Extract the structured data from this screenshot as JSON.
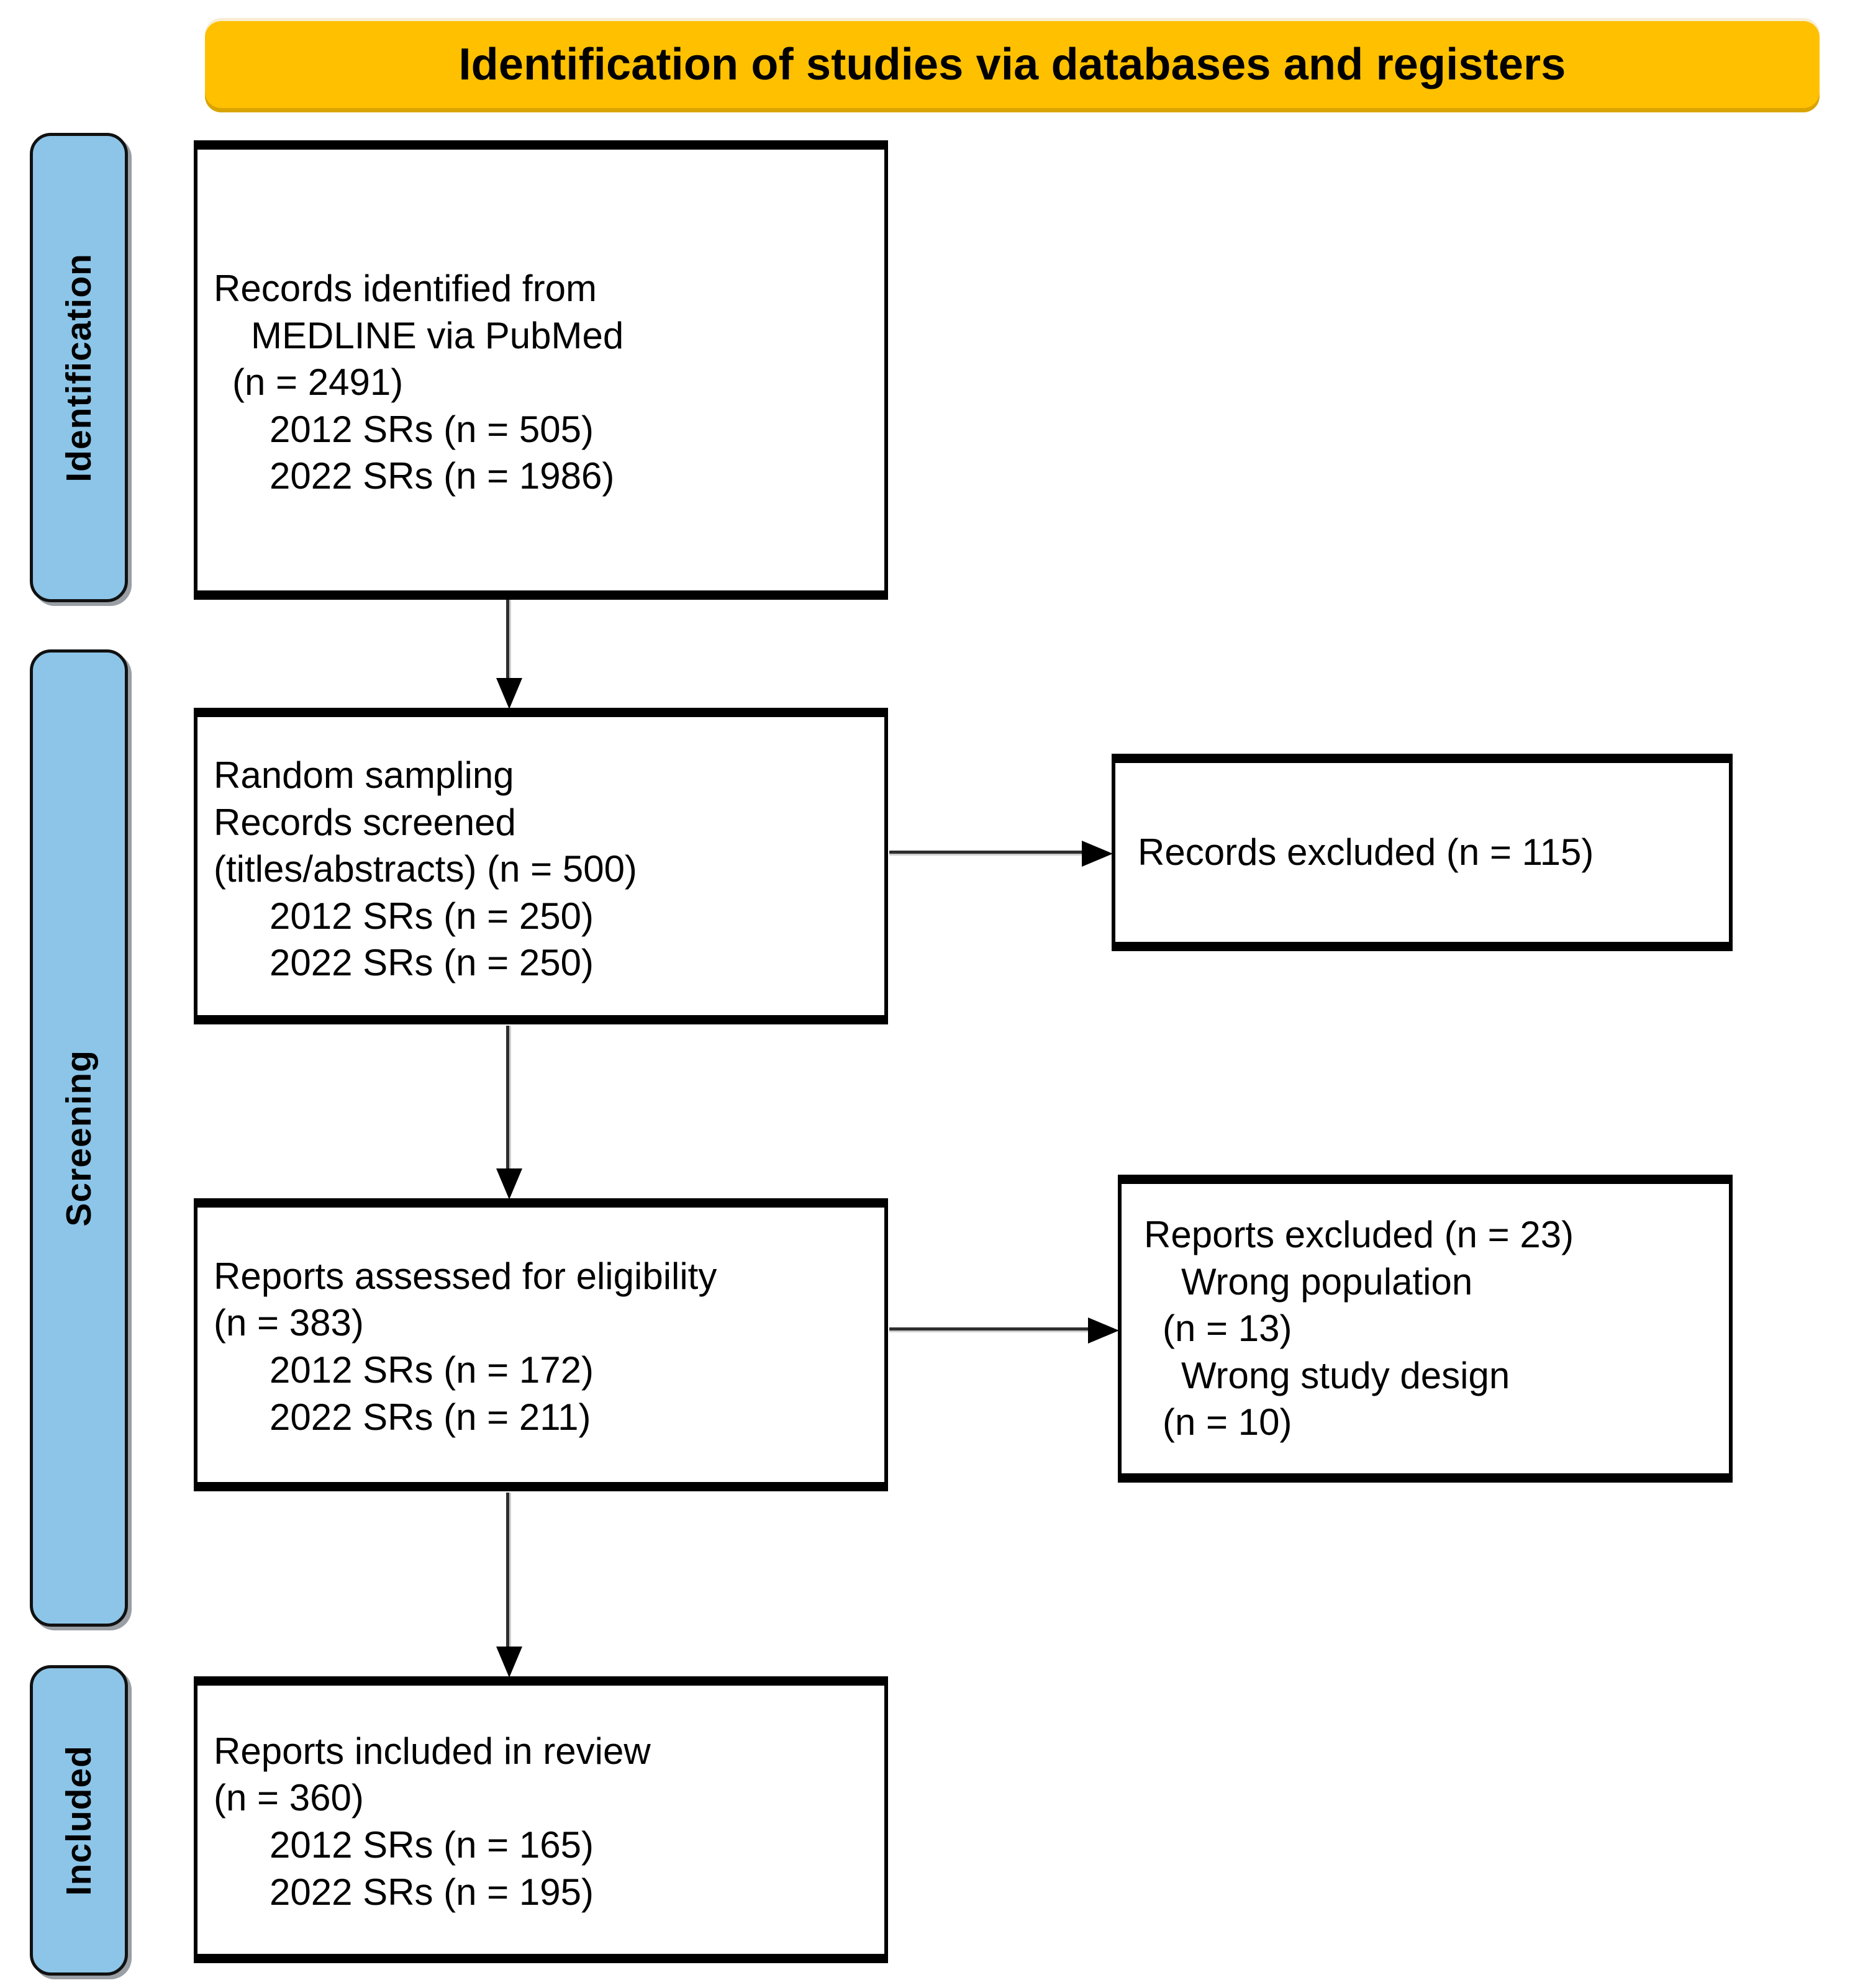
{
  "banner": {
    "title": "Identification of studies via databases and registers",
    "color": "#ffc000"
  },
  "stages": [
    {
      "id": "identification",
      "label": "Identification",
      "color": "#8cc5e8"
    },
    {
      "id": "screening",
      "label": "Screening",
      "color": "#8cc5e8"
    },
    {
      "id": "included",
      "label": "Included",
      "color": "#8cc5e8"
    }
  ],
  "boxes": {
    "identified": {
      "lines": [
        "Records identified from",
        "MEDLINE via PubMed",
        "(n = 2491)",
        "2012 SRs (n = 505)",
        "2022 SRs (n = 1986)"
      ]
    },
    "screened": {
      "lines": [
        "Random sampling",
        "Records screened",
        "(titles/abstracts) (n = 500)",
        "2012 SRs (n = 250)",
        "2022 SRs (n = 250)"
      ]
    },
    "records_excluded": {
      "lines": [
        "Records excluded (n = 115)"
      ]
    },
    "eligible": {
      "lines": [
        "Reports assessed for eligibility",
        "(n = 383)",
        "2012 SRs (n = 172)",
        "2022 SRs (n = 211)"
      ]
    },
    "reports_excluded": {
      "lines": [
        "Reports excluded (n = 23)",
        "Wrong population",
        "(n = 13)",
        "Wrong study design",
        "(n = 10)"
      ]
    },
    "included": {
      "lines": [
        "Reports included in review",
        "(n = 360)",
        "2012 SRs (n = 165)",
        "2022 SRs (n = 195)"
      ]
    }
  },
  "chart_data": {
    "type": "diagram",
    "title": "Identification of studies via databases and registers",
    "nodes": [
      {
        "id": "identified",
        "stage": "Identification",
        "n": 2491,
        "breakdown": {
          "2012 SRs": 505,
          "2022 SRs": 1986
        }
      },
      {
        "id": "screened",
        "stage": "Screening",
        "n": 500,
        "breakdown": {
          "2012 SRs": 250,
          "2022 SRs": 250
        }
      },
      {
        "id": "records_excluded",
        "stage": "Screening",
        "n": 115
      },
      {
        "id": "eligible",
        "stage": "Screening",
        "n": 383,
        "breakdown": {
          "2012 SRs": 172,
          "2022 SRs": 211
        }
      },
      {
        "id": "reports_excluded",
        "stage": "Screening",
        "n": 23,
        "breakdown": {
          "Wrong population": 13,
          "Wrong study design": 10
        }
      },
      {
        "id": "included",
        "stage": "Included",
        "n": 360,
        "breakdown": {
          "2012 SRs": 165,
          "2022 SRs": 195
        }
      }
    ],
    "edges": [
      {
        "from": "identified",
        "to": "screened",
        "dir": "down"
      },
      {
        "from": "screened",
        "to": "records_excluded",
        "dir": "right"
      },
      {
        "from": "screened",
        "to": "eligible",
        "dir": "down"
      },
      {
        "from": "eligible",
        "to": "reports_excluded",
        "dir": "right"
      },
      {
        "from": "eligible",
        "to": "included",
        "dir": "down"
      }
    ]
  }
}
